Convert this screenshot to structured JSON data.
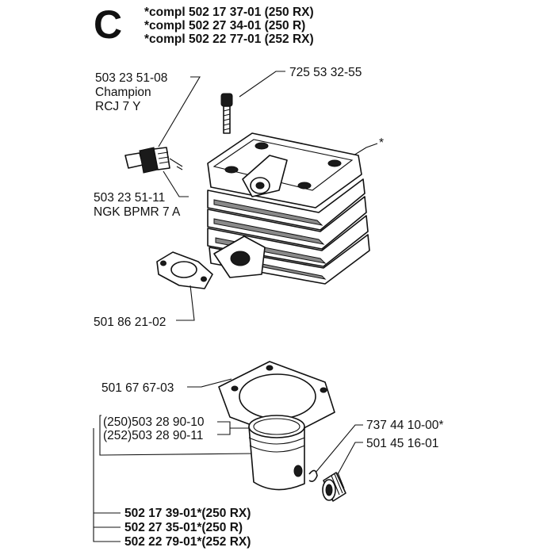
{
  "section_letter": "C",
  "assembly_numbers": [
    "*compl 502 17 37-01 (250 RX)",
    "*compl 502 27 34-01 (250 R)",
    "*compl 502 22 77-01 (252 RX)"
  ],
  "parts": {
    "spark_plug_champion": {
      "number": "503 23 51-08",
      "desc1": "Champion",
      "desc2": "RCJ 7 Y"
    },
    "screw": {
      "number": "725 53 32-55"
    },
    "cylinder_marker": "*",
    "spark_plug_ngk": {
      "number": "503 23 51-11",
      "desc": "NGK BPMR 7 A"
    },
    "intake_gasket": {
      "number": "501 86 21-02"
    },
    "cylinder_gasket": {
      "number": "501 67 67-03"
    },
    "piston_ring_250": "(250)503 28 90-10",
    "piston_ring_252": "(252)503 28 90-11",
    "circlip": {
      "number": "737 44 10-00*"
    },
    "needle_bearing": {
      "number": "501 45 16-01"
    }
  },
  "piston_assemblies": [
    "502 17 39-01*(250 RX)",
    "502 27 35-01*(250 R)",
    "502 22 79-01*(252 RX)"
  ]
}
